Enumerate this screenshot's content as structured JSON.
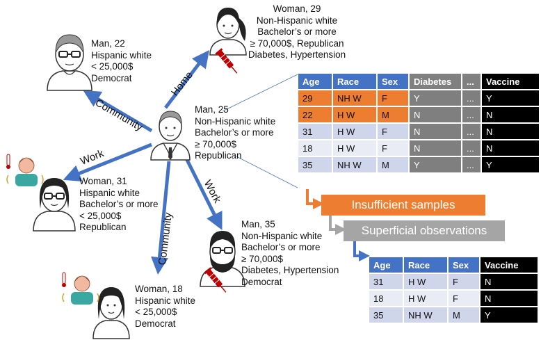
{
  "people": {
    "center": {
      "lines": [
        "Man, 25",
        "Non-Hispanic white",
        "Bachelor’s or more",
        "≥ 70,000$",
        "Republican"
      ]
    },
    "top_left": {
      "lines": [
        "Man, 22",
        "Hispanic white",
        "< 25,000$",
        "Democrat"
      ]
    },
    "top": {
      "lines": [
        "Woman, 29",
        "Non-Hispanic white",
        "Bachelor’s or more",
        "≥ 70,000$, Republican",
        "Diabetes, Hypertension"
      ]
    },
    "left": {
      "lines": [
        "Woman, 31",
        "Hispanic white",
        "Bachelor’s or more",
        "< 25,000$",
        "Republican"
      ]
    },
    "bottom_right": {
      "lines": [
        "Man, 35",
        "Non-Hispanic white",
        "Bachelor’s or more",
        "≥ 70,000$",
        "Diabetes, Hypertension",
        "Democrat"
      ]
    },
    "bottom": {
      "lines": [
        "Woman, 18",
        "Hispanic white",
        "< 25,000$",
        "Democrat"
      ]
    }
  },
  "edges": {
    "home": "Home",
    "community_upper": "Community",
    "work_left": "Work",
    "work_lower": "Work",
    "community_lower": "Community"
  },
  "table_full": {
    "headers": [
      "Age",
      "Race",
      "Sex",
      "Diabetes",
      "...",
      "Vaccine"
    ],
    "rows": [
      [
        "29",
        "NH W",
        "F",
        "Y",
        "...",
        "Y"
      ],
      [
        "22",
        "H W",
        "M",
        "N",
        "...",
        "N"
      ],
      [
        "31",
        "H W",
        "F",
        "N",
        "...",
        "N"
      ],
      [
        "18",
        "H W",
        "F",
        "N",
        "...",
        "N"
      ],
      [
        "35",
        "NH W",
        "M",
        "Y",
        "...",
        "Y"
      ]
    ]
  },
  "banners": {
    "insufficient": "Insufficient samples",
    "superficial": "Superficial observations"
  },
  "table_small": {
    "headers": [
      "Age",
      "Race",
      "Sex",
      "Vaccine"
    ],
    "rows": [
      [
        "31",
        "H W",
        "F",
        "N"
      ],
      [
        "18",
        "H W",
        "F",
        "N"
      ],
      [
        "35",
        "NH W",
        "M",
        "Y"
      ]
    ]
  },
  "colors": {
    "arrow_blue": "#4472c4",
    "orange": "#ed7d31",
    "grey": "#a5a5a5",
    "syringe_red": "#c00000"
  }
}
